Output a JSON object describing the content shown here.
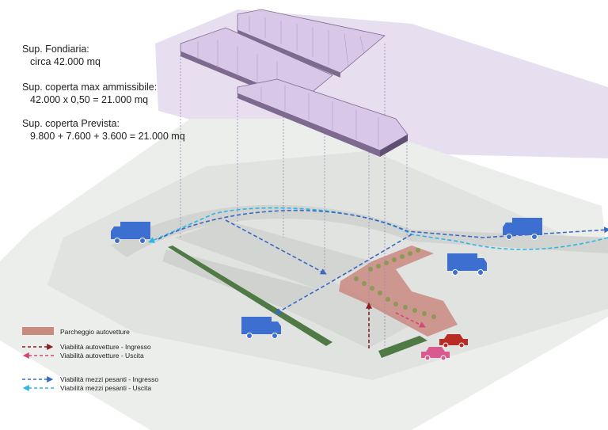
{
  "stats": [
    {
      "label": "Sup. Fondiaria:",
      "value": "circa 42.000 mq"
    },
    {
      "label": "Sup. coperta max ammissibile:",
      "value": "42.000 x 0,50 = 21.000 mq"
    },
    {
      "label": "Sup. coperta Prevista:",
      "value": "9.800 + 7.600 + 3.600 = 21.000 mq"
    }
  ],
  "legend": {
    "parking": "Parcheggio autovetture",
    "car_in": "Viabilità autovetture - Ingresso",
    "car_out": "Viabilità autovetture - Uscita",
    "truck_in": "Viabilità mezzi pesanti - Ingresso",
    "truck_out": "Viabilità mezzi pesanti - Uscita"
  },
  "colors": {
    "parking": "#c98a80",
    "car_in": "#8b1f1f",
    "car_out": "#d6457a",
    "truck_in": "#3a69c0",
    "truck_out": "#2bb6e8",
    "building": "#d9c7e8",
    "roof_shadow": "#7e6a8f",
    "site": "#e2e4e2",
    "lot": "#d4d6d4",
    "green": "#4f7a45",
    "truck_icon": "#3d6fd1",
    "car_red": "#b92c26",
    "car_pink": "#d85a8e"
  },
  "icons": [
    "truck-icon",
    "car-icon",
    "arrow-icon"
  ]
}
